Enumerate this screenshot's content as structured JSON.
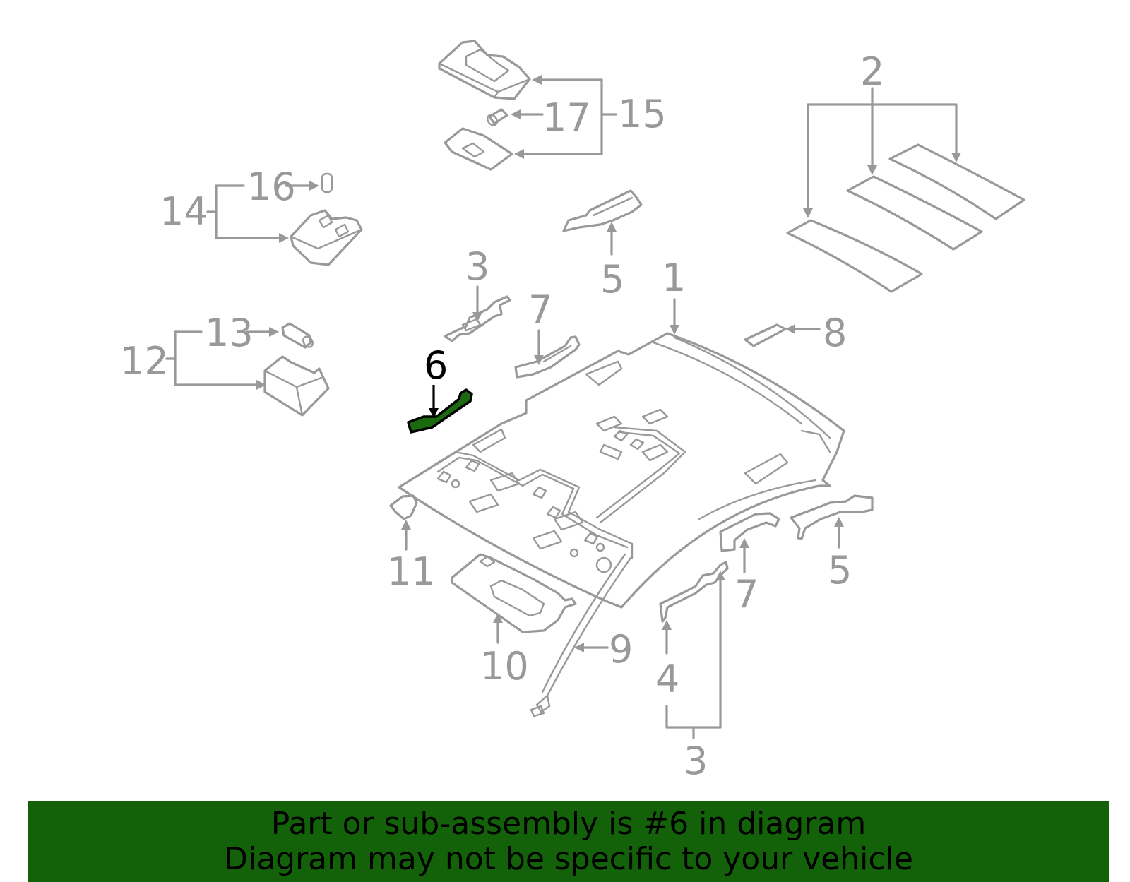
{
  "diagram": {
    "highlighted_part": "6",
    "highlight_color": "#1c6a10",
    "line_color": "#999999",
    "callouts": [
      {
        "id": "c1",
        "label": "1"
      },
      {
        "id": "c2",
        "label": "2"
      },
      {
        "id": "c3a",
        "label": "3"
      },
      {
        "id": "c3b",
        "label": "3"
      },
      {
        "id": "c4",
        "label": "4"
      },
      {
        "id": "c5a",
        "label": "5"
      },
      {
        "id": "c5b",
        "label": "5"
      },
      {
        "id": "c6",
        "label": "6"
      },
      {
        "id": "c7a",
        "label": "7"
      },
      {
        "id": "c7b",
        "label": "7"
      },
      {
        "id": "c8",
        "label": "8"
      },
      {
        "id": "c9",
        "label": "9"
      },
      {
        "id": "c10",
        "label": "10"
      },
      {
        "id": "c11",
        "label": "11"
      },
      {
        "id": "c12",
        "label": "12"
      },
      {
        "id": "c13",
        "label": "13"
      },
      {
        "id": "c14",
        "label": "14"
      },
      {
        "id": "c15",
        "label": "15"
      },
      {
        "id": "c16",
        "label": "16"
      },
      {
        "id": "c17",
        "label": "17"
      }
    ]
  },
  "banner": {
    "background": "#136109",
    "line1": "Part or sub-assembly is #6 in diagram",
    "line2": "Diagram may not be specific to your vehicle"
  }
}
